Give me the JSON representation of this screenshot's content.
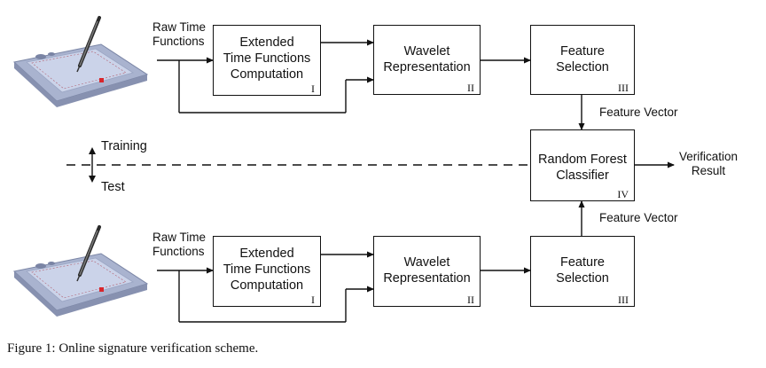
{
  "inputs": {
    "raw_time_functions": "Raw Time\nFunctions"
  },
  "blocks": {
    "extended": {
      "title": "Extended\nTime Functions\nComputation",
      "num": "I"
    },
    "wavelet": {
      "title": "Wavelet\nRepresentation",
      "num": "II"
    },
    "feature_selection": {
      "title": "Feature\nSelection",
      "num": "III"
    },
    "classifier": {
      "title": "Random Forest\nClassifier",
      "num": "IV"
    }
  },
  "labels": {
    "feature_vector": "Feature Vector",
    "verification_result": "Verification\nResult",
    "training": "Training",
    "test": "Test"
  },
  "caption": "Figure 1: Online signature verification scheme.",
  "icons": {
    "tablet": "signature-tablet-with-pen-icon",
    "training_test_arrow": "up-down-arrow-icon"
  },
  "colors": {
    "line": "#111111",
    "tablet_body": "#aab4d0",
    "tablet_surface": "#c9d2e8",
    "tablet_led": "#d9262c"
  }
}
